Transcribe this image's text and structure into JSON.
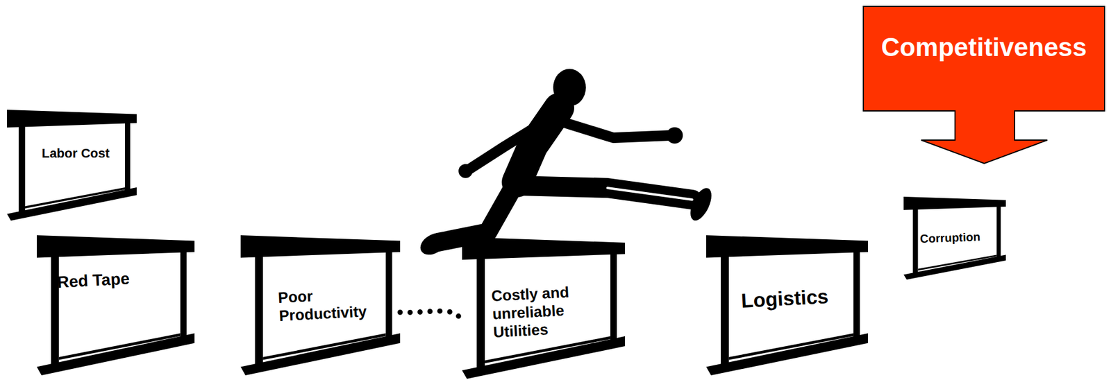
{
  "diagram": {
    "nodes": [
      {
        "text": [
          "Labor Cost"
        ]
      },
      {
        "text": [
          "Red Tape"
        ]
      },
      {
        "text": [
          "Poor Productivity"
        ]
      },
      {
        "text": [
          "Costly and unreliable Utilities"
        ]
      },
      {
        "text": [
          "Logistics"
        ]
      },
      {
        "text": [
          "Corruption"
        ]
      },
      {
        "text": [
          "Competitiveness"
        ]
      }
    ],
    "edges": [
      {
        "from": 2,
        "to": 3,
        "arrow": "none"
      }
    ]
  }
}
